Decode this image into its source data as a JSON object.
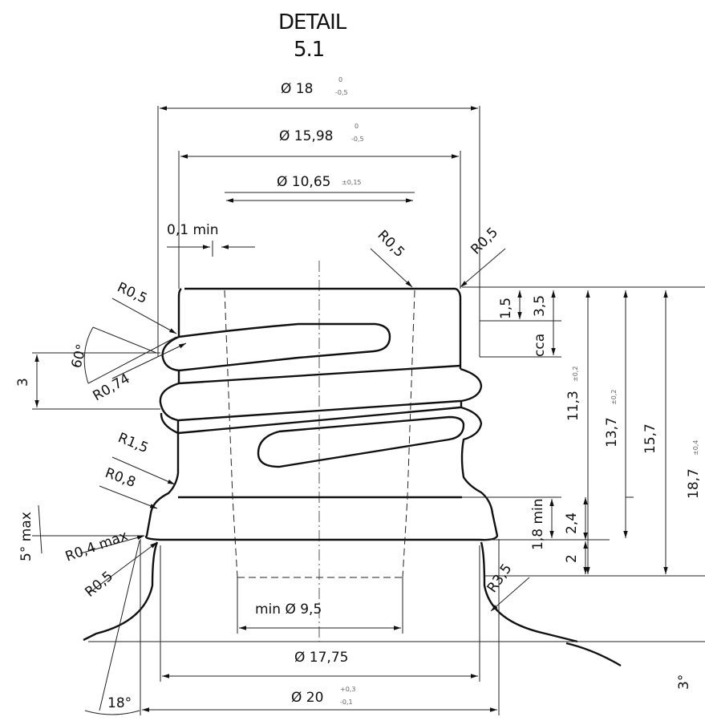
{
  "title": {
    "line1": "DETAIL",
    "line2": "5.1"
  },
  "dimensions": {
    "d18": {
      "label": "Ø 18",
      "tol_upper": "0",
      "tol_lower": "-0,5"
    },
    "d15_98": {
      "label": "Ø 15,98",
      "tol_upper": "0",
      "tol_lower": "-0,5"
    },
    "d10_65": {
      "label": "Ø 10,65",
      "tol": "±0,15"
    },
    "min_0_1": "0,1 min",
    "d9_5": "min  Ø 9,5",
    "d17_75": "Ø 17,75",
    "d20": {
      "label": "Ø 20",
      "tol_upper": "+0,3",
      "tol_lower": "-0,1"
    },
    "h1_5": "1,5",
    "h3_5": "3,5",
    "cca": "cca",
    "h11_3": {
      "label": "11,3",
      "tol": "±0,2"
    },
    "h13_7": {
      "label": "13,7",
      "tol": "±0,2"
    },
    "h15_7": "15,7",
    "h18_7": {
      "label": "18,7",
      "tol": "±0,4"
    },
    "h2_4": "2,4",
    "h1_8min": "1,8 min",
    "h2": "2",
    "pitch3": "3"
  },
  "radii": {
    "r05_left": "R0,5",
    "r05_top_mid": "R0,5",
    "r05_top_right": "R0,5",
    "r074": "R0,74",
    "r15": "R1,5",
    "r08": "R0,8",
    "r04max": "R0,4 max",
    "r05_lower": "R0,5",
    "r35": "R3,5"
  },
  "angles": {
    "a60": "60°",
    "a5max": "5° max",
    "a18": "18°",
    "a3": "3°"
  }
}
